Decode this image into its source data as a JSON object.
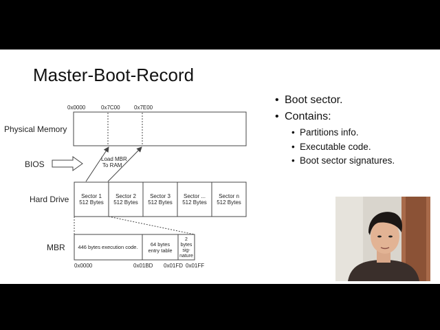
{
  "title": "Master-Boot-Record",
  "bullets": [
    {
      "text": "Boot sector.",
      "sub": []
    },
    {
      "text": "Contains:",
      "sub": [
        "Partitions info.",
        "Executable code.",
        "Boot sector signatures."
      ]
    }
  ],
  "diagram": {
    "row_labels": {
      "memory": "Physical Memory",
      "bios": "BIOS",
      "hard_drive": "Hard Drive",
      "mbr": "MBR"
    },
    "memory_addresses": [
      "0x0000",
      "0x7C00",
      "0x7E00"
    ],
    "load_note": [
      "Load MBR",
      "To RAM"
    ],
    "sectors": [
      {
        "line1": "Sector 1",
        "line2": "512 Bytes"
      },
      {
        "line1": "Sector 2",
        "line2": "512 Bytes"
      },
      {
        "line1": "Sector 3",
        "line2": "512 Bytes"
      },
      {
        "line1": "Sector ...",
        "line2": "512 Bytes"
      },
      {
        "line1": "Sector n",
        "line2": "512 Bytes"
      }
    ],
    "mbr_cells": {
      "code": "446 bytes execution code.",
      "table": [
        "64 bytes",
        "entry table"
      ],
      "signature": [
        "2",
        "bytes",
        "sig-",
        "nature"
      ]
    },
    "mbr_addresses": [
      "0x0000",
      "0x01BD",
      "0x01FD",
      "0x01FF"
    ]
  },
  "colors": {
    "slide_bg": "#ffffff",
    "letterbox": "#000000",
    "line": "#444444"
  },
  "webcam": {
    "content": "presenter-webcam-feed"
  }
}
